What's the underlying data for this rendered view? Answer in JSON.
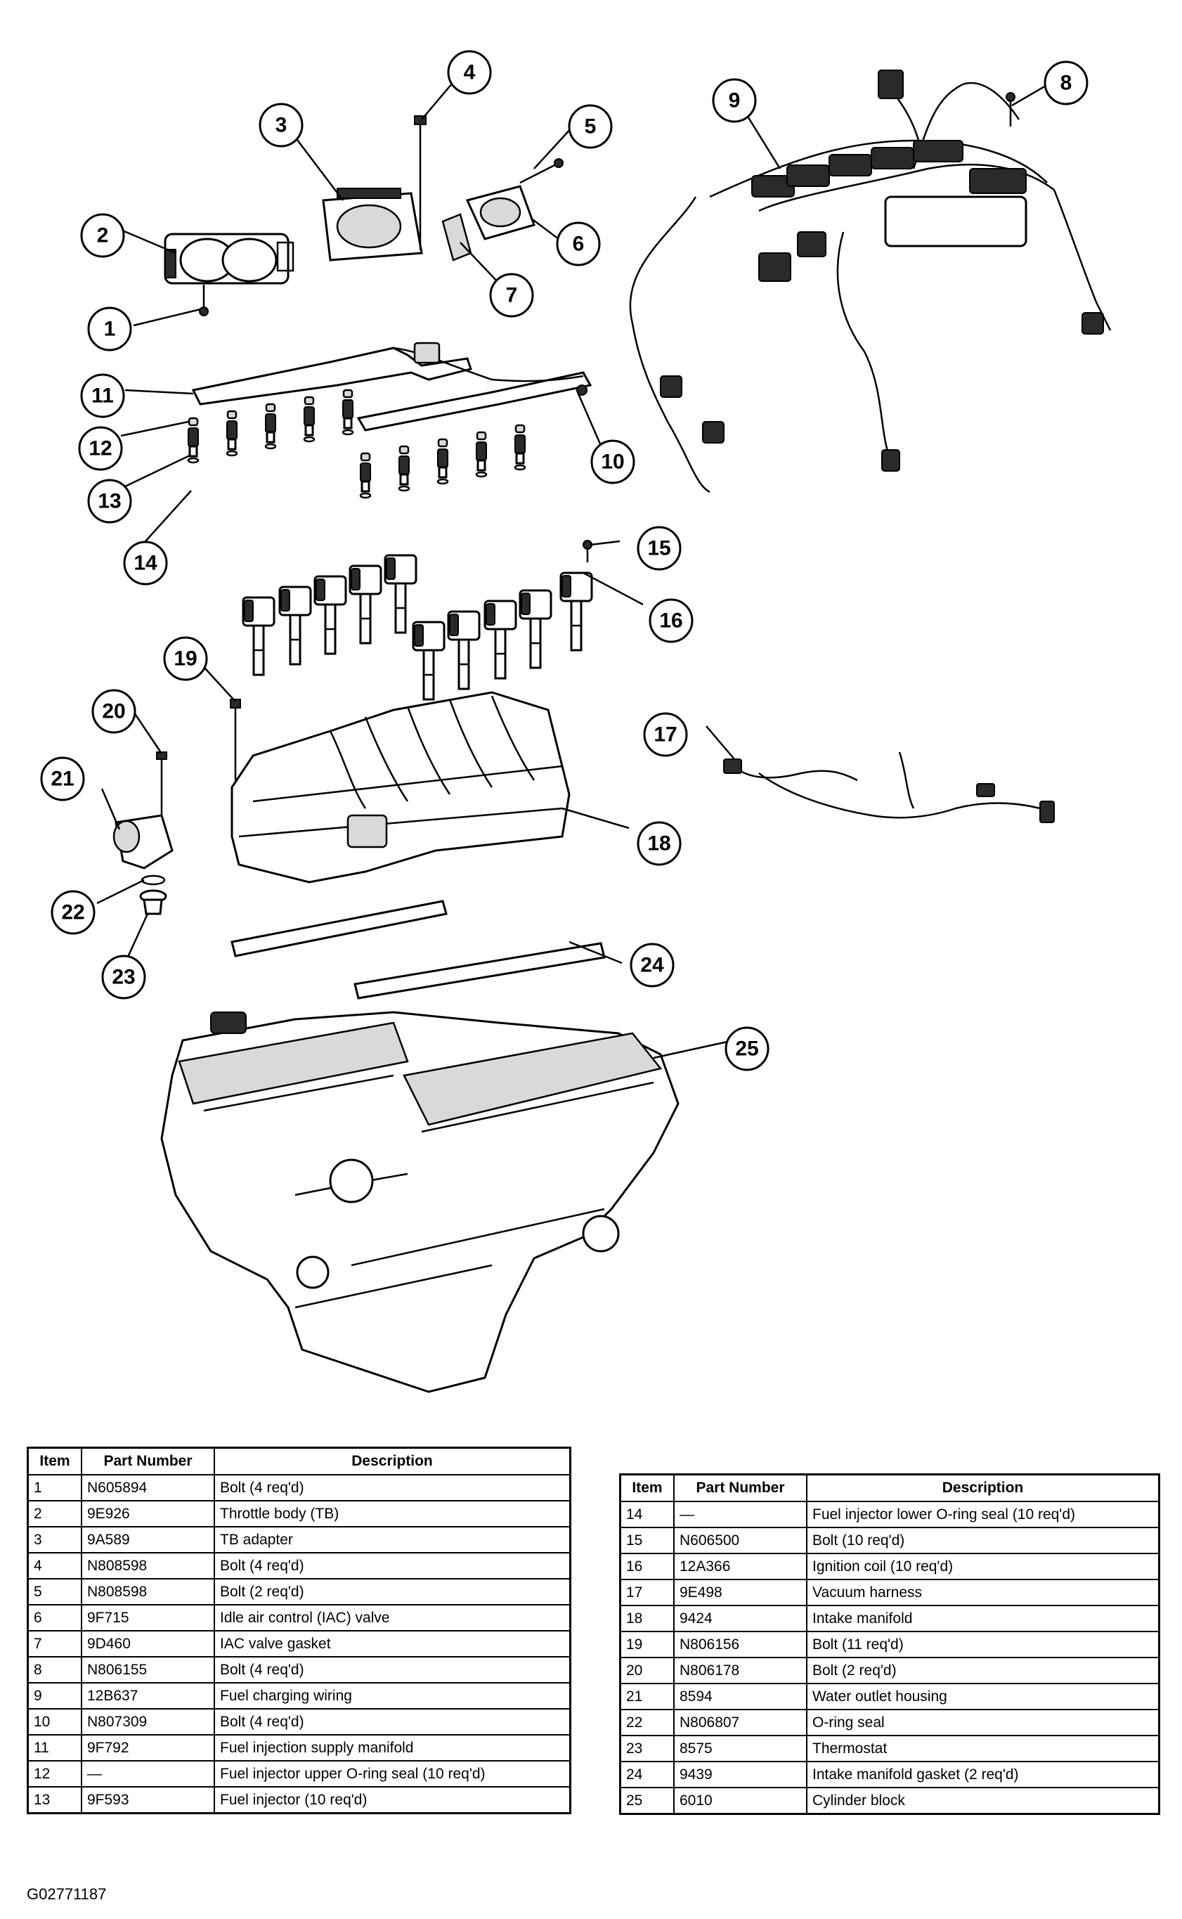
{
  "callouts": [
    "1",
    "2",
    "3",
    "4",
    "5",
    "6",
    "7",
    "8",
    "9",
    "10",
    "11",
    "12",
    "13",
    "14",
    "15",
    "16",
    "17",
    "18",
    "19",
    "20",
    "21",
    "22",
    "23",
    "24",
    "25"
  ],
  "table_headers": {
    "item": "Item",
    "part_number": "Part Number",
    "description": "Description"
  },
  "table_left": [
    {
      "item": "1",
      "part": "N605894",
      "desc": "Bolt (4 req'd)"
    },
    {
      "item": "2",
      "part": "9E926",
      "desc": "Throttle body (TB)"
    },
    {
      "item": "3",
      "part": "9A589",
      "desc": "TB adapter"
    },
    {
      "item": "4",
      "part": "N808598",
      "desc": "Bolt (4 req'd)"
    },
    {
      "item": "5",
      "part": "N808598",
      "desc": "Bolt (2 req'd)"
    },
    {
      "item": "6",
      "part": "9F715",
      "desc": "Idle air control (IAC) valve"
    },
    {
      "item": "7",
      "part": "9D460",
      "desc": "IAC valve gasket"
    },
    {
      "item": "8",
      "part": "N806155",
      "desc": "Bolt (4 req'd)"
    },
    {
      "item": "9",
      "part": "12B637",
      "desc": "Fuel charging wiring"
    },
    {
      "item": "10",
      "part": "N807309",
      "desc": "Bolt (4 req'd)"
    },
    {
      "item": "11",
      "part": "9F792",
      "desc": "Fuel injection supply manifold"
    },
    {
      "item": "12",
      "part": "—",
      "desc": "Fuel injector upper O-ring seal (10 req'd)"
    },
    {
      "item": "13",
      "part": "9F593",
      "desc": "Fuel injector (10 req'd)"
    }
  ],
  "table_right": [
    {
      "item": "14",
      "part": "—",
      "desc": "Fuel injector lower O-ring seal (10 req'd)"
    },
    {
      "item": "15",
      "part": "N606500",
      "desc": "Bolt (10 req'd)"
    },
    {
      "item": "16",
      "part": "12A366",
      "desc": "Ignition coil (10 req'd)"
    },
    {
      "item": "17",
      "part": "9E498",
      "desc": "Vacuum harness"
    },
    {
      "item": "18",
      "part": "9424",
      "desc": "Intake manifold"
    },
    {
      "item": "19",
      "part": "N806156",
      "desc": "Bolt (11 req'd)"
    },
    {
      "item": "20",
      "part": "N806178",
      "desc": "Bolt (2 req'd)"
    },
    {
      "item": "21",
      "part": "8594",
      "desc": "Water outlet housing"
    },
    {
      "item": "22",
      "part": "N806807",
      "desc": "O-ring seal"
    },
    {
      "item": "23",
      "part": "8575",
      "desc": "Thermostat"
    },
    {
      "item": "24",
      "part": "9439",
      "desc": "Intake manifold gasket (2 req'd)"
    },
    {
      "item": "25",
      "part": "6010",
      "desc": "Cylinder block"
    }
  ],
  "figure_code": "G02771187"
}
